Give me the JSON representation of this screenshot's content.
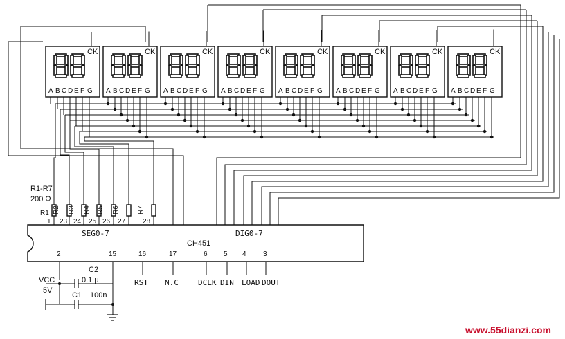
{
  "display": {
    "ck_label": "CK",
    "segment_letters": [
      "A",
      "B",
      "C",
      "D",
      "E",
      "F",
      "G"
    ],
    "digit_count": 8
  },
  "chip": {
    "name": "CH451",
    "seg_label": "SEG0-7",
    "dig_label": "DIG0-7",
    "top_pins": [
      "1",
      "23",
      "24",
      "25",
      "26",
      "27",
      "28"
    ],
    "bottom_pins": [
      {
        "num": "2",
        "name": ""
      },
      {
        "num": "15",
        "name": ""
      },
      {
        "num": "16",
        "name": "RST"
      },
      {
        "num": "17",
        "name": "N.C"
      },
      {
        "num": "6",
        "name": "DCLK"
      },
      {
        "num": "5",
        "name": "DIN"
      },
      {
        "num": "4",
        "name": "LOAD"
      },
      {
        "num": "3",
        "name": "DOUT"
      }
    ]
  },
  "resistors": {
    "group_label": "R1-R7",
    "value": "200 Ω",
    "names": [
      "R1",
      "R2",
      "R3",
      "R4",
      "R5",
      "R6",
      "R7"
    ]
  },
  "power": {
    "vcc": "VCC",
    "voltage": "5V",
    "c2_name": "C2",
    "c2_value": "0.1 μ",
    "c1_name": "C1",
    "c1_value": "100n"
  },
  "watermark": "www.55dianzi.com"
}
